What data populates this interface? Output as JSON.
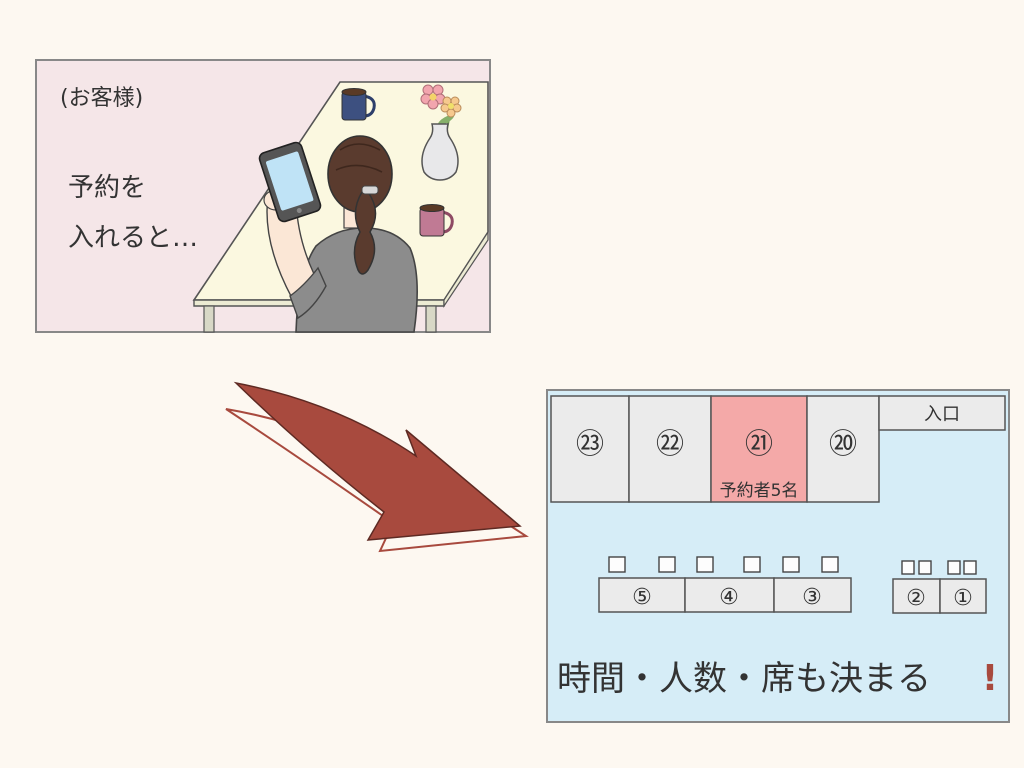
{
  "panel_customer": {
    "label": "(お客様)",
    "line1": "予約を",
    "line2": "入れると…"
  },
  "panel_floor": {
    "entrance_label": "入口",
    "booths": [
      {
        "num": "㉓",
        "reserved": false
      },
      {
        "num": "㉒",
        "reserved": false
      },
      {
        "num": "㉑",
        "reserved": true
      },
      {
        "num": "⑳",
        "reserved": false
      }
    ],
    "reserved_note": "予約者5名",
    "long_table": [
      "⑤",
      "④",
      "③"
    ],
    "short_table": [
      "②",
      "①"
    ],
    "caption": "時間・人数・席も決まる",
    "caption_mark": "!"
  },
  "colors": {
    "background": "#fdf8f1",
    "customer_panel": "#f5e6e8",
    "floor_panel": "#d6edf7",
    "reserved_booth": "#f4a9a8",
    "booth": "#ebebeb",
    "arrow": "#a84a3e"
  }
}
